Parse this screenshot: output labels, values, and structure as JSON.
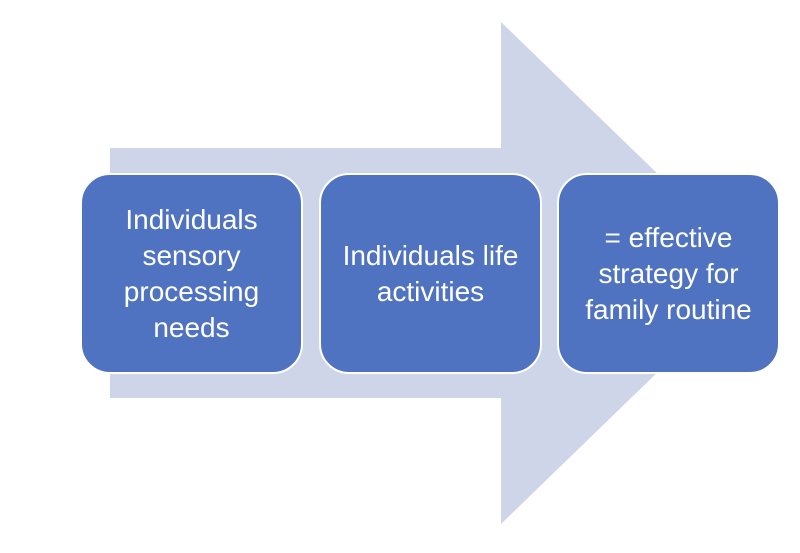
{
  "colors": {
    "arrow": "#cfd5e8",
    "box_fill": "#4f72c1",
    "box_border": "#ffffff",
    "text": "#ffffff"
  },
  "steps": [
    {
      "label": "Individuals sensory processing needs"
    },
    {
      "label": "Individuals life activities"
    },
    {
      "label": "= effective strategy for family routine"
    }
  ]
}
